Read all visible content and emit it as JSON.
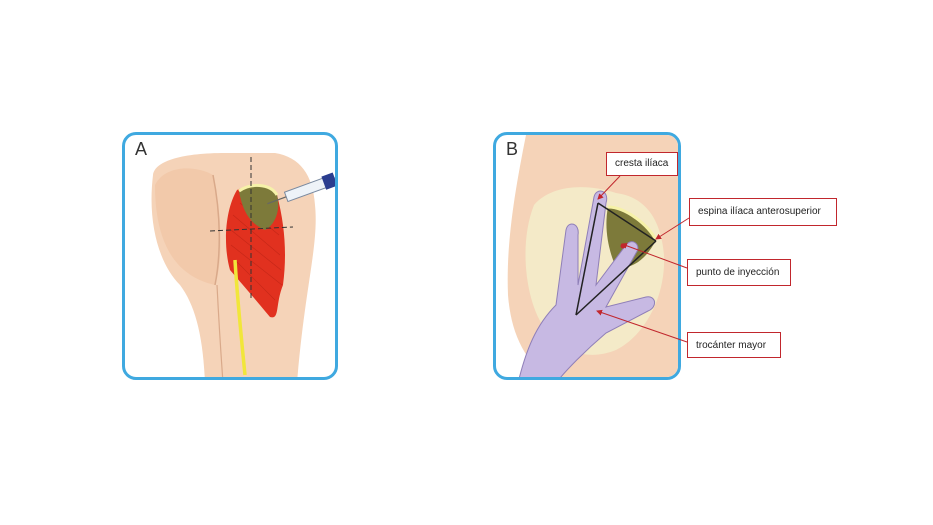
{
  "panels": {
    "a": {
      "letter": "A"
    },
    "b": {
      "letter": "B"
    }
  },
  "callouts": {
    "cresta": "cresta ilíaca",
    "espina": "espina ilíaca anterosuperior",
    "punto": "punto de inyección",
    "trocanter": "trocánter mayor"
  },
  "colors": {
    "panel_border": "#3fa9e0",
    "callout_border": "#c1272d",
    "skin": "#f5d3b8",
    "muscle": "#e1311f",
    "injection_zone": "#7d7a3a",
    "nerve": "#f1e63a",
    "glove": "#c7b9e3",
    "bone": "#f3ebc8"
  }
}
